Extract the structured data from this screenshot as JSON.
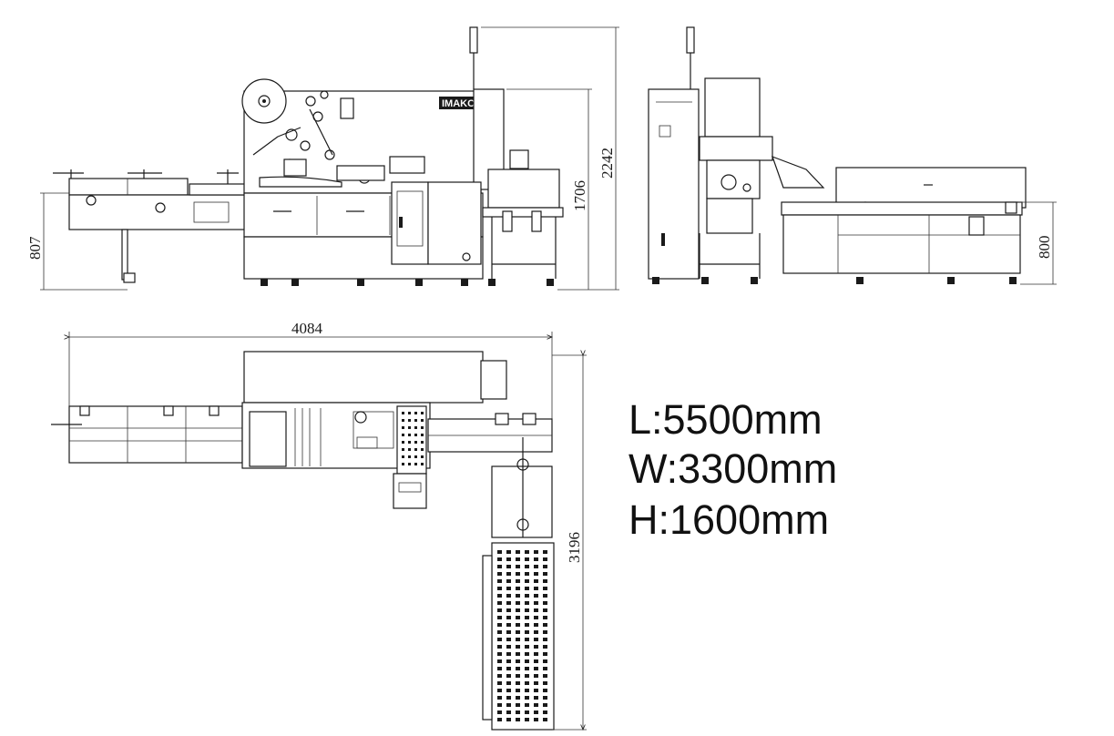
{
  "brand_logo": "IMAKO",
  "dimensions": {
    "front_height_overall": "2242",
    "front_height_mid": "1706",
    "front_infeed_height": "807",
    "side_height": "800",
    "top_length": "4084",
    "top_width": "3196"
  },
  "specs": {
    "length": "L:5500mm",
    "width": "W:3300mm",
    "height": "H:1600mm"
  }
}
